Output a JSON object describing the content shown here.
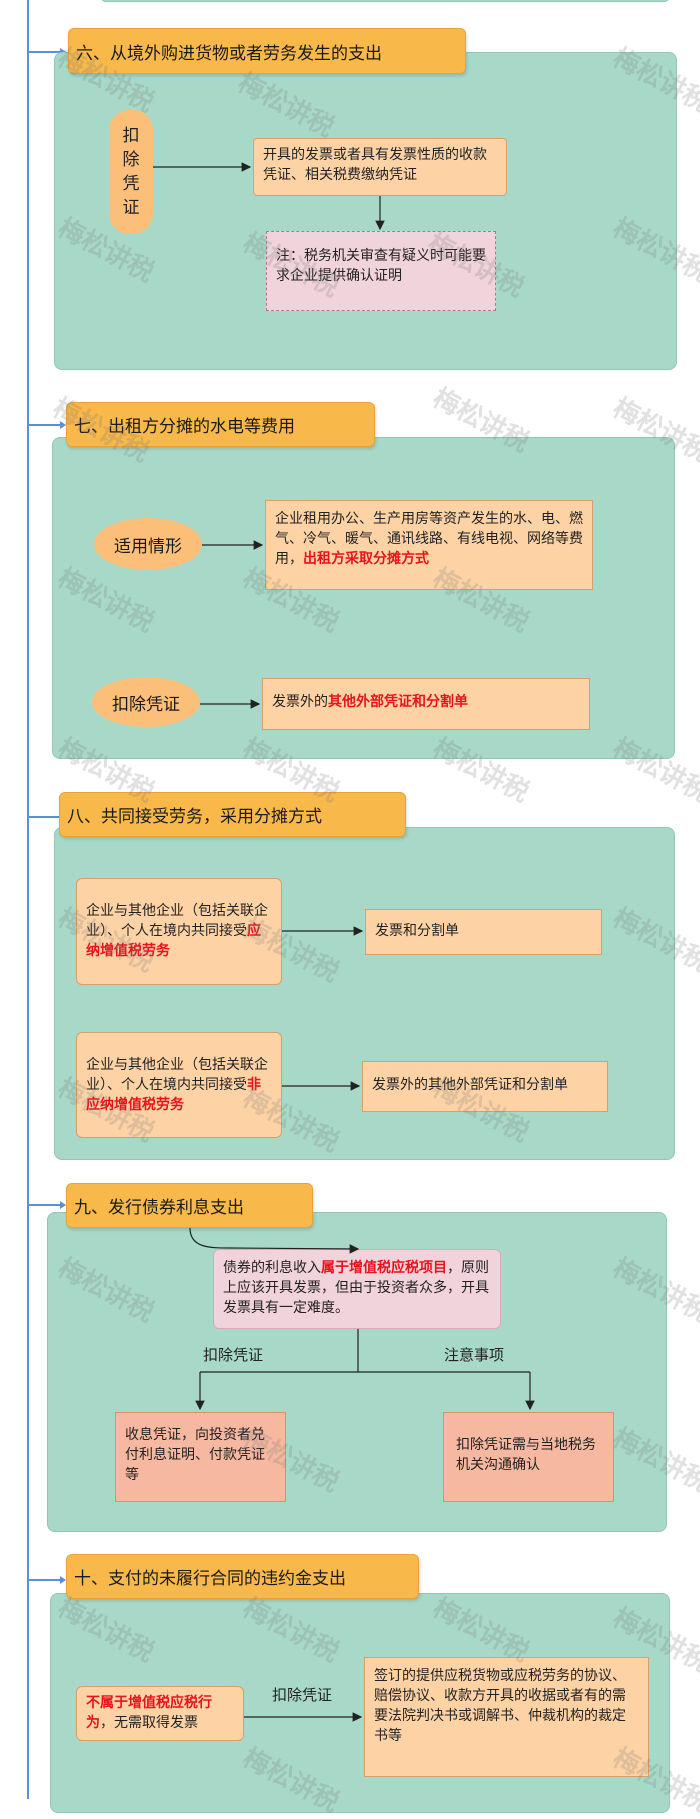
{
  "sections": [
    {
      "title": "六、从境外购进货物或者劳务发生的支出",
      "pill_chars": [
        "扣",
        "除",
        "凭",
        "证"
      ],
      "box1": "开具的发票或者具有发票性质的收款凭证、相关税费缴纳凭证",
      "note": "注：税务机关审查有疑义时可能要求企业提供确认证明"
    },
    {
      "title": "七、出租方分摊的水电等费用",
      "oval1": "适用情形",
      "box1_normal": "企业租用办公、生产用房等资产发生的水、电、燃气、冷气、暖气、通讯线路、有线电视、网络等费用，",
      "box1_red": "出租方采取分摊方式",
      "oval2": "扣除凭证",
      "box2_normal": "发票外的",
      "box2_red": "其他外部凭证和分割单"
    },
    {
      "title": "八、共同接受劳务，采用分摊方式",
      "left1_normal": "企业与其他企业（包括关联企业）、个人在境内共同接受",
      "left1_red": "应纳增值税劳务",
      "right1": "发票和分割单",
      "left2_normal": "企业与其他企业（包括关联企业）、个人在境内共同接受",
      "left2_red": "非应纳增值税劳务",
      "right2": "发票外的其他外部凭证和分割单"
    },
    {
      "title": "九、发行债券利息支出",
      "top_normal1": "债券的利息收入",
      "top_red": "属于增值税应税项目",
      "top_normal2": "，原则上应该开具发票，但由于投资者众多，开具发票具有一定难度。",
      "label_left": "扣除凭证",
      "label_right": "注意事项",
      "box_left": "收息凭证，向投资者兑付利息证明、付款凭证等",
      "box_right": "扣除凭证需与当地税务机关沟通确认"
    },
    {
      "title": "十、支付的未履行合同的违约金支出",
      "left_red": "不属于增值税应税行为",
      "left_normal": "，无需取得发票",
      "arrow_label": "扣除凭证",
      "right": "签订的提供应税货物或应税劳务的协议、赔偿协议、收款方开具的收据或者有的需要法院判决书或调解书、仲裁机构的裁定书等"
    }
  ],
  "watermark": "梅松讲税"
}
